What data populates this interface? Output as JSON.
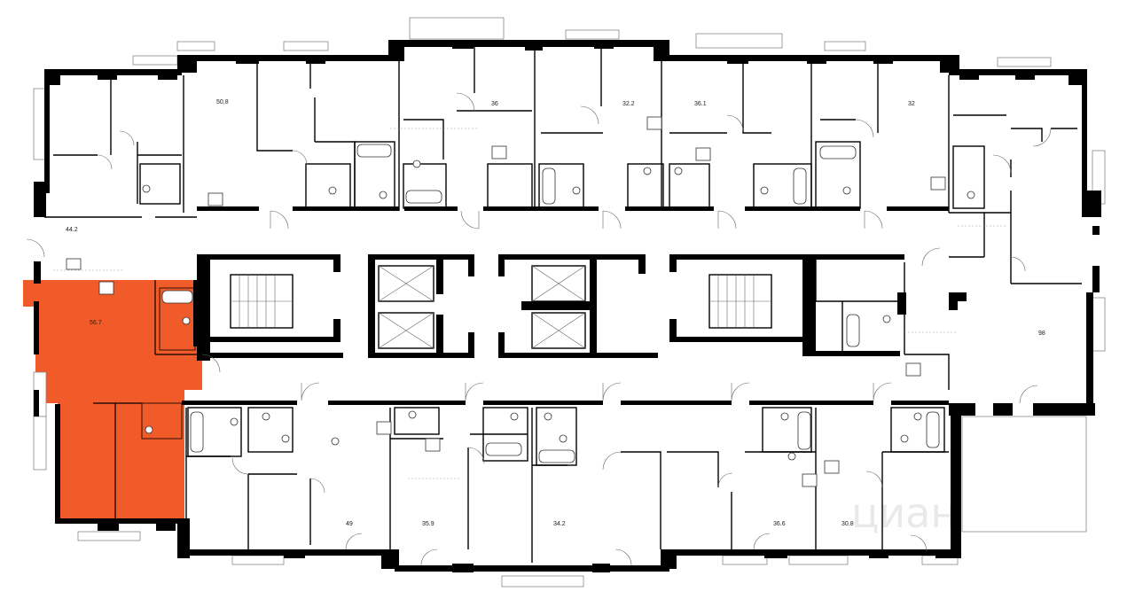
{
  "plan": {
    "highlight_color": "#f15a29",
    "wall_color": "#000000",
    "apartments": [
      {
        "id": "apt-50-8",
        "area": "50,8"
      },
      {
        "id": "apt-36",
        "area": "36"
      },
      {
        "id": "apt-32-2",
        "area": "32.2"
      },
      {
        "id": "apt-36-1",
        "area": "36.1"
      },
      {
        "id": "apt-32",
        "area": "32"
      },
      {
        "id": "apt-44-2",
        "area": "44.2"
      },
      {
        "id": "apt-56-7",
        "area": "56.7",
        "highlighted": true
      },
      {
        "id": "apt-98",
        "area": "98"
      },
      {
        "id": "apt-49",
        "area": "49"
      },
      {
        "id": "apt-35-9",
        "area": "35.9"
      },
      {
        "id": "apt-34-2",
        "area": "34.2"
      },
      {
        "id": "apt-36-6",
        "area": "36.6"
      },
      {
        "id": "apt-30-8",
        "area": "30.8"
      }
    ],
    "watermark": "циан"
  }
}
